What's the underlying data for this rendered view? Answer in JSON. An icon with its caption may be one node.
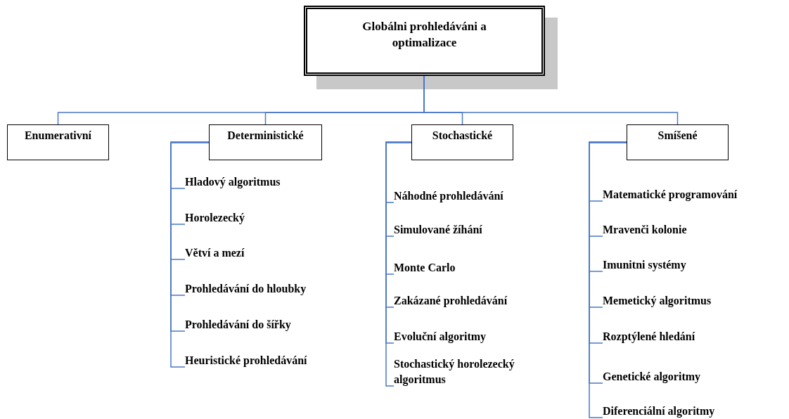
{
  "diagram": {
    "nodes": [
      {
        "text": [
          "Globálni prohledáváni a optimalizace"
        ]
      },
      {
        "text": [
          "Enumerativní"
        ]
      },
      {
        "text": [
          "Deterministické"
        ]
      },
      {
        "text": [
          "Stochastické"
        ]
      },
      {
        "text": [
          "Smíšené"
        ]
      },
      {
        "text": [
          "Hladový algoritmus"
        ]
      },
      {
        "text": [
          "Horolezecký"
        ]
      },
      {
        "text": [
          "Větví a mezí"
        ]
      },
      {
        "text": [
          "Prohledávání do hloubky"
        ]
      },
      {
        "text": [
          "Prohledávání do šířky"
        ]
      },
      {
        "text": [
          "Heuristické prohledávání"
        ]
      },
      {
        "text": [
          "Náhodné prohledávání"
        ]
      },
      {
        "text": [
          "Simulované žíhání"
        ]
      },
      {
        "text": [
          "Monte Carlo"
        ]
      },
      {
        "text": [
          "Zakázané prohledávání"
        ]
      },
      {
        "text": [
          "Evoluční algoritmy"
        ]
      },
      {
        "text": [
          "Stochastický horolezecký algoritmus"
        ]
      },
      {
        "text": [
          "Matematické programování"
        ]
      },
      {
        "text": [
          "Mravenči kolonie"
        ]
      },
      {
        "text": [
          "Imunitni systémy"
        ]
      },
      {
        "text": [
          "Memetický algoritmus"
        ]
      },
      {
        "text": [
          "Rozptýlené hledání"
        ]
      },
      {
        "text": [
          "Genetické algoritmy"
        ]
      },
      {
        "text": [
          "Diferenciální algoritmy"
        ]
      }
    ],
    "edges": [
      {
        "from": 0,
        "to": 1,
        "arrow": "none"
      },
      {
        "from": 0,
        "to": 2,
        "arrow": "none"
      },
      {
        "from": 0,
        "to": 3,
        "arrow": "none"
      },
      {
        "from": 0,
        "to": 4,
        "arrow": "none"
      },
      {
        "from": 2,
        "to": 5,
        "arrow": "none"
      },
      {
        "from": 2,
        "to": 6,
        "arrow": "none"
      },
      {
        "from": 2,
        "to": 7,
        "arrow": "none"
      },
      {
        "from": 2,
        "to": 8,
        "arrow": "none"
      },
      {
        "from": 2,
        "to": 9,
        "arrow": "none"
      },
      {
        "from": 2,
        "to": 10,
        "arrow": "none"
      },
      {
        "from": 3,
        "to": 11,
        "arrow": "none"
      },
      {
        "from": 3,
        "to": 12,
        "arrow": "none"
      },
      {
        "from": 3,
        "to": 13,
        "arrow": "none"
      },
      {
        "from": 3,
        "to": 14,
        "arrow": "none"
      },
      {
        "from": 3,
        "to": 15,
        "arrow": "none"
      },
      {
        "from": 3,
        "to": 16,
        "arrow": "none"
      },
      {
        "from": 4,
        "to": 17,
        "arrow": "none"
      },
      {
        "from": 4,
        "to": 18,
        "arrow": "none"
      },
      {
        "from": 4,
        "to": 19,
        "arrow": "none"
      },
      {
        "from": 4,
        "to": 20,
        "arrow": "none"
      },
      {
        "from": 4,
        "to": 21,
        "arrow": "none"
      },
      {
        "from": 4,
        "to": 22,
        "arrow": "none"
      },
      {
        "from": 4,
        "to": 23,
        "arrow": "none"
      }
    ]
  }
}
